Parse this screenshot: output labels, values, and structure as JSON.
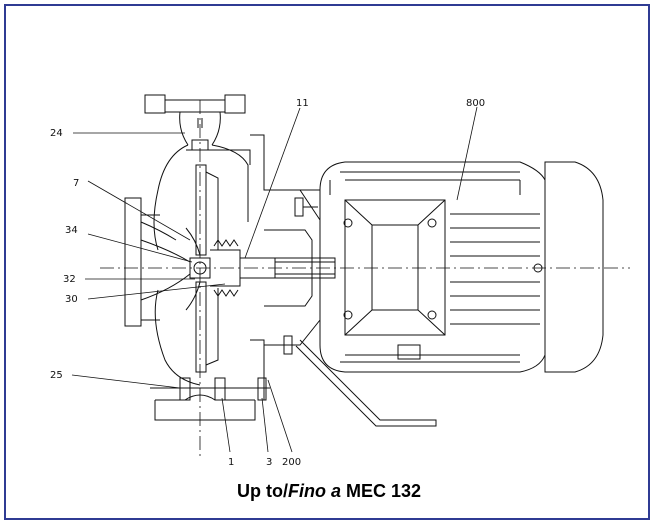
{
  "callouts": {
    "c24": "24",
    "c7": "7",
    "c34": "34",
    "c32": "32",
    "c30": "30",
    "c25": "25",
    "c11": "11",
    "c800": "800",
    "c1": "1",
    "c3": "3",
    "c200": "200"
  },
  "caption": {
    "prefix": "Up to/",
    "italic": "Fino a",
    "suffix": " MEC 132"
  },
  "colors": {
    "frame": "#2f3b93",
    "line": "#111111"
  }
}
